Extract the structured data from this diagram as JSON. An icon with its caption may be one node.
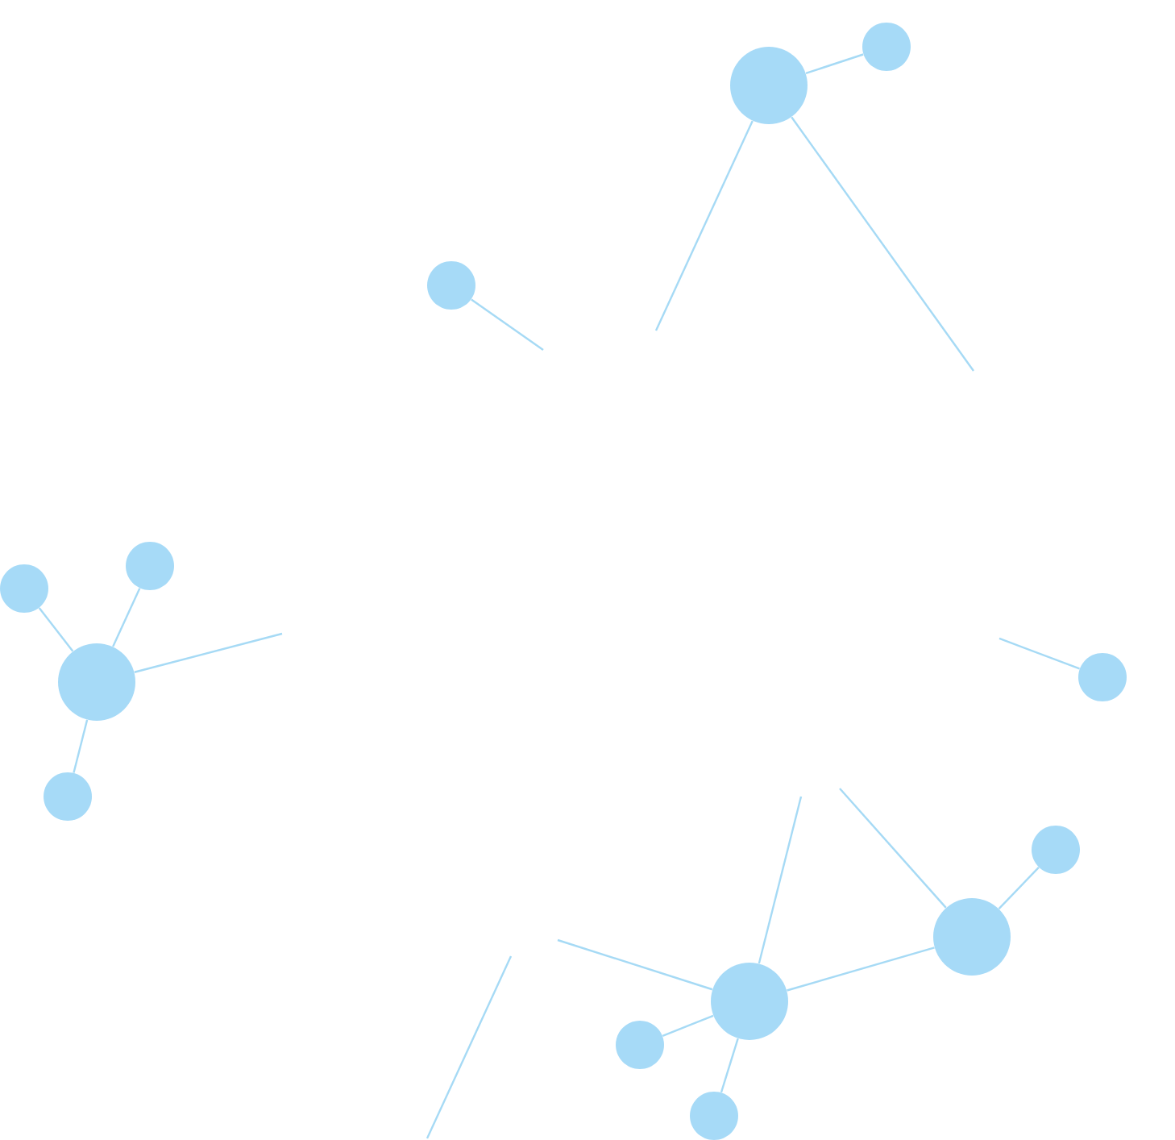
{
  "diagram": {
    "nodes": [
      {
        "text": [],
        "shape": "circle"
      },
      {
        "text": [],
        "shape": "circle"
      },
      {
        "text": [],
        "shape": "circle"
      },
      {
        "text": [],
        "shape": "circle"
      },
      {
        "text": [],
        "shape": "circle"
      },
      {
        "text": [],
        "shape": "circle"
      },
      {
        "text": [],
        "shape": "circle"
      },
      {
        "text": [],
        "shape": "circle"
      },
      {
        "text": [],
        "shape": "circle"
      },
      {
        "text": [],
        "shape": "circle"
      },
      {
        "text": [],
        "shape": "circle"
      },
      {
        "text": [],
        "shape": "circle"
      },
      {
        "text": [],
        "shape": "circle"
      }
    ],
    "edges": [
      {
        "from": 1,
        "to": 0,
        "arrow": "none"
      },
      {
        "from": 1,
        "to": null,
        "arrow": "none"
      },
      {
        "from": 1,
        "to": null,
        "arrow": "none"
      },
      {
        "from": 2,
        "to": null,
        "arrow": "none"
      },
      {
        "from": 6,
        "to": 3,
        "arrow": "none"
      },
      {
        "from": 6,
        "to": 4,
        "arrow": "none"
      },
      {
        "from": 6,
        "to": 7,
        "arrow": "none"
      },
      {
        "from": 6,
        "to": null,
        "arrow": "none"
      },
      {
        "from": 5,
        "to": null,
        "arrow": "none"
      },
      {
        "from": 9,
        "to": 8,
        "arrow": "none"
      },
      {
        "from": 9,
        "to": null,
        "arrow": "none"
      },
      {
        "from": 9,
        "to": 10,
        "arrow": "none"
      },
      {
        "from": 10,
        "to": null,
        "arrow": "none"
      },
      {
        "from": 10,
        "to": null,
        "arrow": "none"
      },
      {
        "from": 10,
        "to": 11,
        "arrow": "none"
      },
      {
        "from": 10,
        "to": 12,
        "arrow": "none"
      }
    ]
  }
}
